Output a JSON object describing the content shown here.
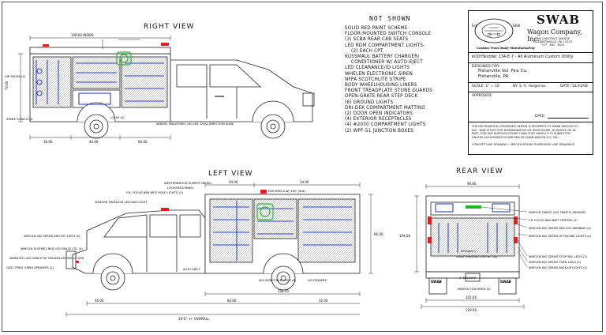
{
  "views": {
    "right": "RIGHT VIEW",
    "left": "LEFT VIEW",
    "rear": "REAR VIEW"
  },
  "not_shown": {
    "title": "NOT SHOWN",
    "items": [
      "SOLID RED PAINT SCHEME",
      "FLOOR-MOUNTED SWITCH CONSOLE",
      "(3) SCBA REAR CAB SEATS",
      "LED RDM COMPARTMENT LIGHTS-",
      "    (2) EACH CPT.",
      "KUSSMAUL BATTERY CHARGER/",
      "    CONDITIONER W/ AUTO-EJECT",
      "LED CLEARANCE/ID LIGHTS",
      "WHELEN ELECTRONIC SIREN",
      "NFPA SCOTCHLITE STRIPE",
      "BODY WHEELHOUSING LINERS",
      "FRONT TREADPLATE STONE GUARDS",
      "OPEN-GRATE REAR STEP DECK",
      "(6) GROUND LIGHTS",
      "DRI-DEK COMPARTMENT MATTING",
      "(2) DOOR OPEN INDICATORS",
      "(4) EXTERIOR RECEPTACLES",
      "(4) #2030 COMPARTMENT LIGHTS",
      "(2) WPF-51 JUNCTION BOXES"
    ]
  },
  "title_block": {
    "brand": "SWAB",
    "company": "Wagon Company, Inc.",
    "seal_est": "Est.",
    "seal_year": "1868",
    "address": "ONE CHESTNUT AVENUE",
    "city": "ELIZABETHVILLE, PA 17023",
    "phone": "717 · 362 · 8151",
    "tagline": "Custom Truck Body Manufacturing",
    "body_label": "BODY:",
    "body": "Skidder 134-E-7 - All Aluminum Custom Utility",
    "designed_for_label": "DESIGNED FOR:",
    "customer": "Fisherville Vol. Fire Co.",
    "customer_city": "Fisherville, PA",
    "scale": "SCALE: 1\" = 10'",
    "by": "BY: S. A. Hargerrus",
    "date": "DATE: 10/31/08",
    "approved_label": "APPROVED:",
    "date_label": "DATE:",
    "notice": [
      "THE INFORMATION CONTAINED HEREIN IS PROPERTY OF SWAB WAGON CO.,",
      "INC., AND IS NOT FOR DISSEMINATION OR DISCLOSURE, IN WHOLE OR IN",
      "PART, FOR ANY PURPOSE OTHER THAN THAT WHICH IT IS SUBMITTED",
      "UNLESS AUTHORIZED IN WRITING BY SWAB WAGON CO., INC."
    ],
    "concept": "CONCEPT LINE DRAWING - SPECIFICATIONS SUPERSEDE LINE DRAWINGS"
  },
  "right_notes": {
    "air_packs": "AIR PACKS (4)",
    "spare_bottles": "SPARE SCBA'S (4)",
    "amdor": "AMDOR, INDUSTRIES 160 LBS. DUAL-DIRECTION SLIDE",
    "lifeline": "L/S-95 (4)",
    "dim_top": "108.00 INSIDE",
    "dims": [
      "36.00",
      "44.00",
      "60.00",
      "72.00"
    ]
  },
  "left_notes": {
    "westerbrook": "WESTERBROOK SUMMIT DIESEL",
    "louvered": "LOUVERED PANEL",
    "fr_focus": "F.R. FOCUS 886 WHT POLE LIGHTS (2)",
    "lightbar": "WHELEN FREEDOM LED BAR LIGHT",
    "ez_reels": "EZR REELS W/ 150' (6-6)",
    "whelen_400": "WHELEN 400 SERIES RED INT. LED'S (2)",
    "whelen_m": "WHELEN M-SERIES RED LED GRILLE LTS. (4)",
    "warn_winch": "WARN M12,000 WINCH W/ TREADPLATE GRILLE GRD",
    "cast_speakers": "CAST. PRED. SIREN SPEAKERS (2)",
    "auto_eject": "AUTO-EJECT",
    "red_600": "600 SERIES RED LED'S (8)",
    "fenders": "S/S FENDERS",
    "dims": [
      "44.00",
      "34.00",
      "66.00",
      "108.00",
      "84.00",
      "32.00",
      "46.00"
    ],
    "overall": "23'0\" +/- OVERALL"
  },
  "rear_notes": {
    "dim_top": "96.00",
    "emergency": "Emergency",
    "tail_text": "Smoot. Industries 1,000 lbs. Cap.",
    "brand_plate": "SWAB",
    "tarps": "WHELEN TA6GFL LED TRAFFIC ADVISOR",
    "fr_focus": "F.R. FOCUS 866 WATT TRIPODS (2)",
    "red_warning": "WHELEN 600 SERIES RED LED WARNING (4)",
    "opticom": "WHELEN 600 SERIES OPTISCENE LIGHTS (4)",
    "stop_tail": "WHELEN 600 SERIES STOP/TAIL LED'S (2)",
    "turn": "WHELEN 600 SERIES TURN LED'S (2)",
    "backup": "WHELEN 600 SERIES BACK-UP LIGHTS (2)",
    "receiver": "2\" RECEIVER",
    "tow_rings": "PAINTED TOW RINGS (2)",
    "dims": [
      "96.00",
      "102.00",
      "104.00",
      "120.00"
    ]
  },
  "colors": {
    "line": "#222222",
    "blue": "#2a3fd6",
    "green": "#1fb81f",
    "red": "#e02020"
  }
}
